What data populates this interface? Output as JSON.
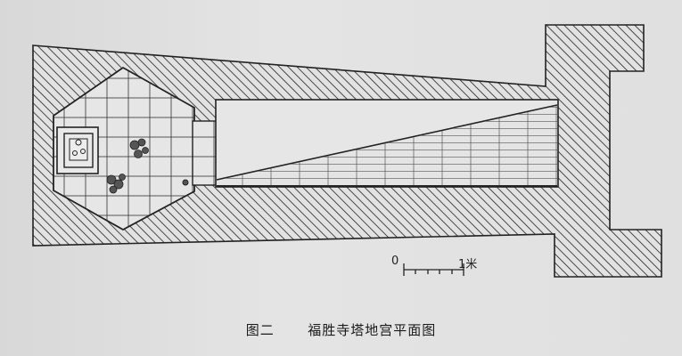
{
  "figure": {
    "number": "图二",
    "title": "福胜寺塔地宫平面图"
  },
  "scale_bar": {
    "start_label": "0",
    "end_label": "1米"
  },
  "colors": {
    "paper": "#e0e0e0",
    "ink": "#222222"
  }
}
